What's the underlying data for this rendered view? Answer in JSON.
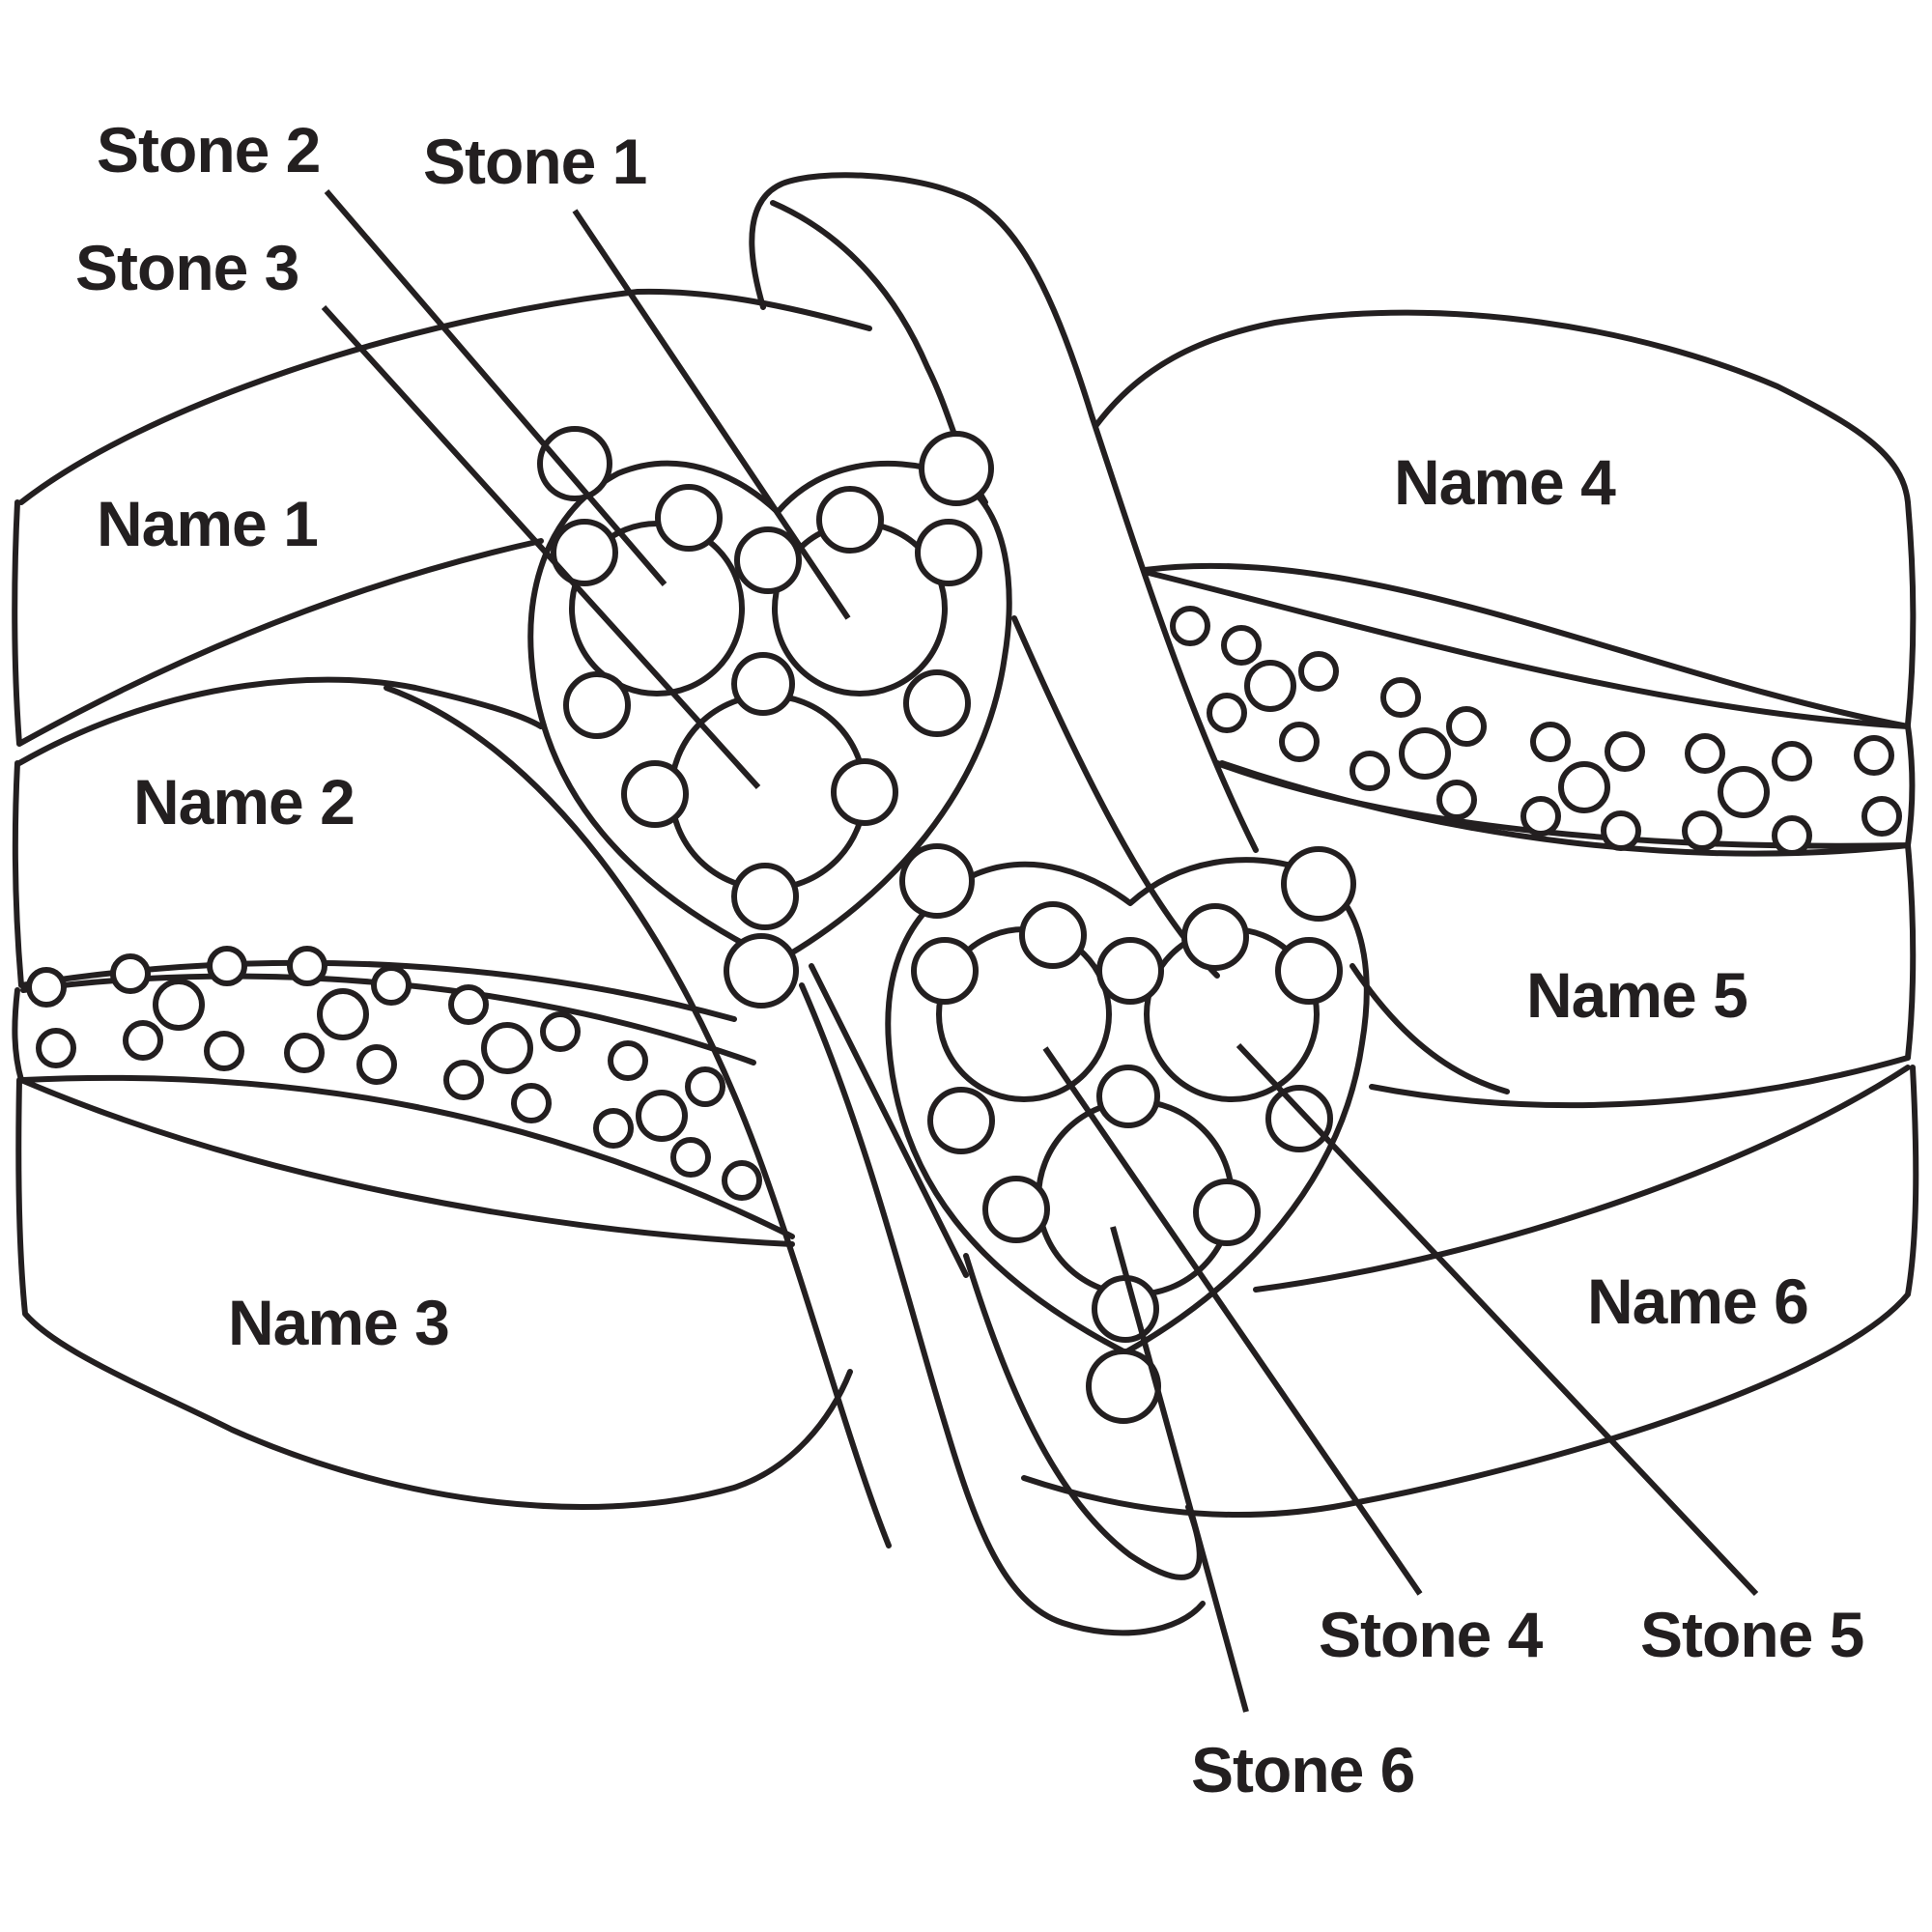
{
  "labels": {
    "stone_1": "Stone 1",
    "stone_2": "Stone 2",
    "stone_3": "Stone 3",
    "stone_4": "Stone 4",
    "stone_5": "Stone 5",
    "stone_6": "Stone 6",
    "name_1": "Name 1",
    "name_2": "Name 2",
    "name_3": "Name 3",
    "name_4": "Name 4",
    "name_5": "Name 5",
    "name_6": "Name 6"
  },
  "colors": {
    "line": "#231f20",
    "background": "#ffffff"
  }
}
